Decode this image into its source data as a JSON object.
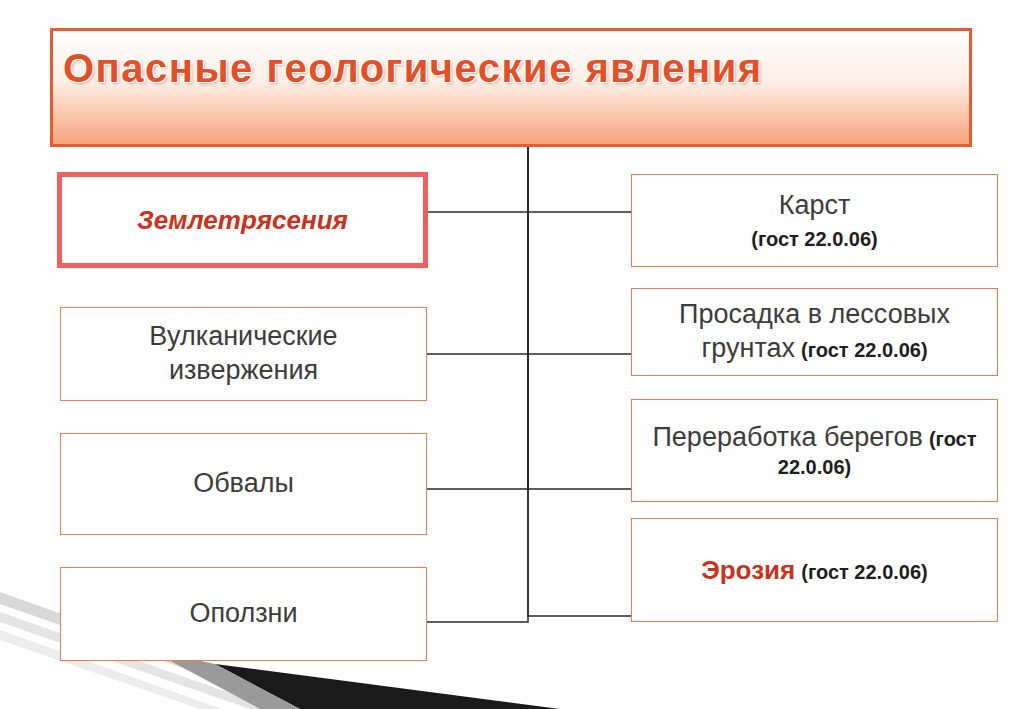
{
  "diagram": {
    "nodes": [
      {
        "text": [
          "Опасные геологические явления"
        ]
      },
      {
        "text": [
          "Землетрясения"
        ]
      },
      {
        "text": [
          "Карст",
          "(гост 22.0.06)"
        ]
      },
      {
        "text": [
          "Вулканические извержения"
        ]
      },
      {
        "text": [
          "Просадка в лессовых грунтах",
          "(гост 22.0.06)"
        ]
      },
      {
        "text": [
          "Обвалы"
        ]
      },
      {
        "text": [
          "Переработка берегов",
          "(гост 22.0.06)"
        ]
      },
      {
        "text": [
          "Оползни"
        ]
      },
      {
        "text": [
          "Эрозия",
          "(гост 22.0.06)"
        ]
      }
    ],
    "edges": [
      {
        "from": 0,
        "to": 1,
        "arrow": "none"
      },
      {
        "from": 0,
        "to": 2,
        "arrow": "none"
      },
      {
        "from": 0,
        "to": 3,
        "arrow": "none"
      },
      {
        "from": 0,
        "to": 4,
        "arrow": "none"
      },
      {
        "from": 0,
        "to": 5,
        "arrow": "none"
      },
      {
        "from": 0,
        "to": 6,
        "arrow": "none"
      },
      {
        "from": 0,
        "to": 7,
        "arrow": "none"
      },
      {
        "from": 0,
        "to": 8,
        "arrow": "none"
      }
    ]
  }
}
